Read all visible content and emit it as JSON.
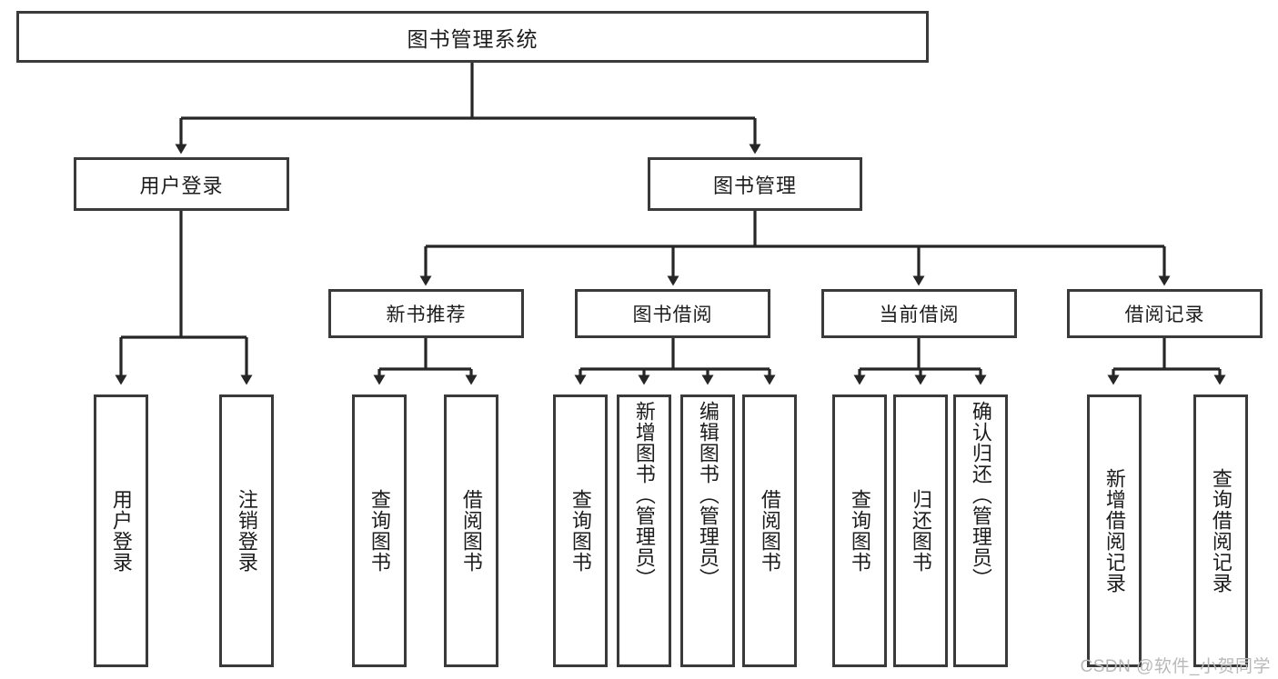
{
  "diagram": {
    "title": "图书管理系统",
    "type": "tree",
    "watermark": "CSDN @软件_小贺同学",
    "colors": {
      "box_border": "#3a3a3a",
      "box_fill": "#ffffff",
      "connector": "#262626",
      "text": "#1c1c1c",
      "watermark": "#b9b9b9"
    },
    "root": {
      "label": "图书管理系统"
    },
    "level1": [
      {
        "label": "用户登录"
      },
      {
        "label": "图书管理"
      }
    ],
    "level2": [
      {
        "label": "新书推荐"
      },
      {
        "label": "图书借阅"
      },
      {
        "label": "当前借阅"
      },
      {
        "label": "借阅记录"
      }
    ],
    "leaves": {
      "user_login": [
        {
          "label": "用户登录"
        },
        {
          "label": "注销登录"
        }
      ],
      "new_book": [
        {
          "label": "查询图书"
        },
        {
          "label": "借阅图书"
        }
      ],
      "book_borrow": [
        {
          "label": "查询图书"
        },
        {
          "label": "新增图书（管理员）"
        },
        {
          "label": "编辑图书（管理员）"
        },
        {
          "label": "借阅图书"
        }
      ],
      "current_borrow": [
        {
          "label": "查询图书"
        },
        {
          "label": "归还图书"
        },
        {
          "label": "确认归还（管理员）"
        }
      ],
      "borrow_record": [
        {
          "label": "新增借阅记录"
        },
        {
          "label": "查询借阅记录"
        }
      ]
    }
  }
}
